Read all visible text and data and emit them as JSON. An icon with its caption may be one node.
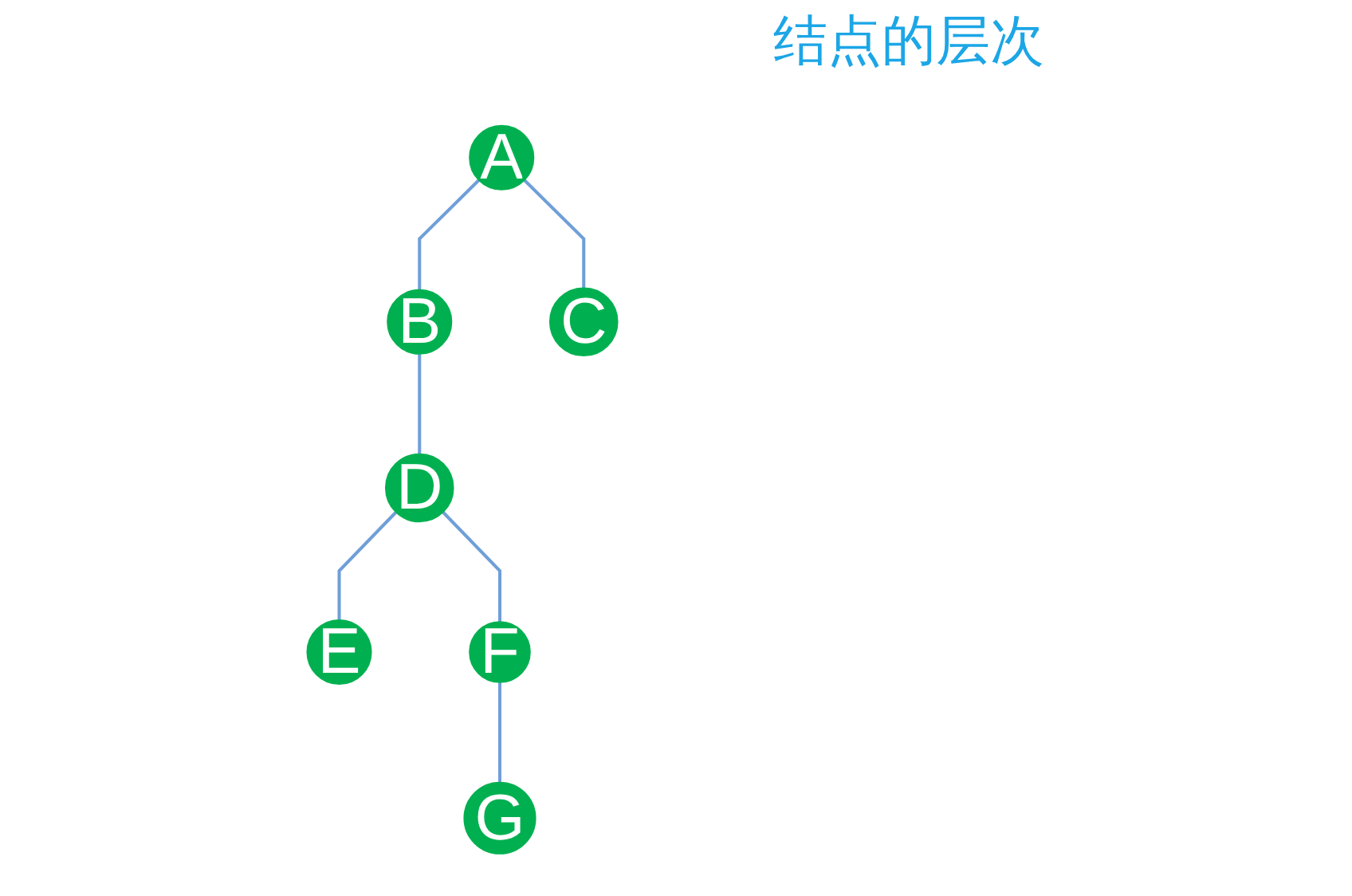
{
  "diagram": {
    "title": "结点的层次",
    "nodes": [
      {
        "text": [
          "A"
        ]
      },
      {
        "text": [
          "B"
        ]
      },
      {
        "text": [
          "C"
        ]
      },
      {
        "text": [
          "D"
        ]
      },
      {
        "text": [
          "E"
        ]
      },
      {
        "text": [
          "F"
        ]
      },
      {
        "text": [
          "G"
        ]
      }
    ],
    "edges": [
      {
        "from": 0,
        "to": 1,
        "arrow": "none"
      },
      {
        "from": 0,
        "to": 2,
        "arrow": "none"
      },
      {
        "from": 1,
        "to": 3,
        "arrow": "none"
      },
      {
        "from": 3,
        "to": 4,
        "arrow": "none"
      },
      {
        "from": 3,
        "to": 5,
        "arrow": "none"
      },
      {
        "from": 5,
        "to": 6,
        "arrow": "none"
      }
    ]
  }
}
